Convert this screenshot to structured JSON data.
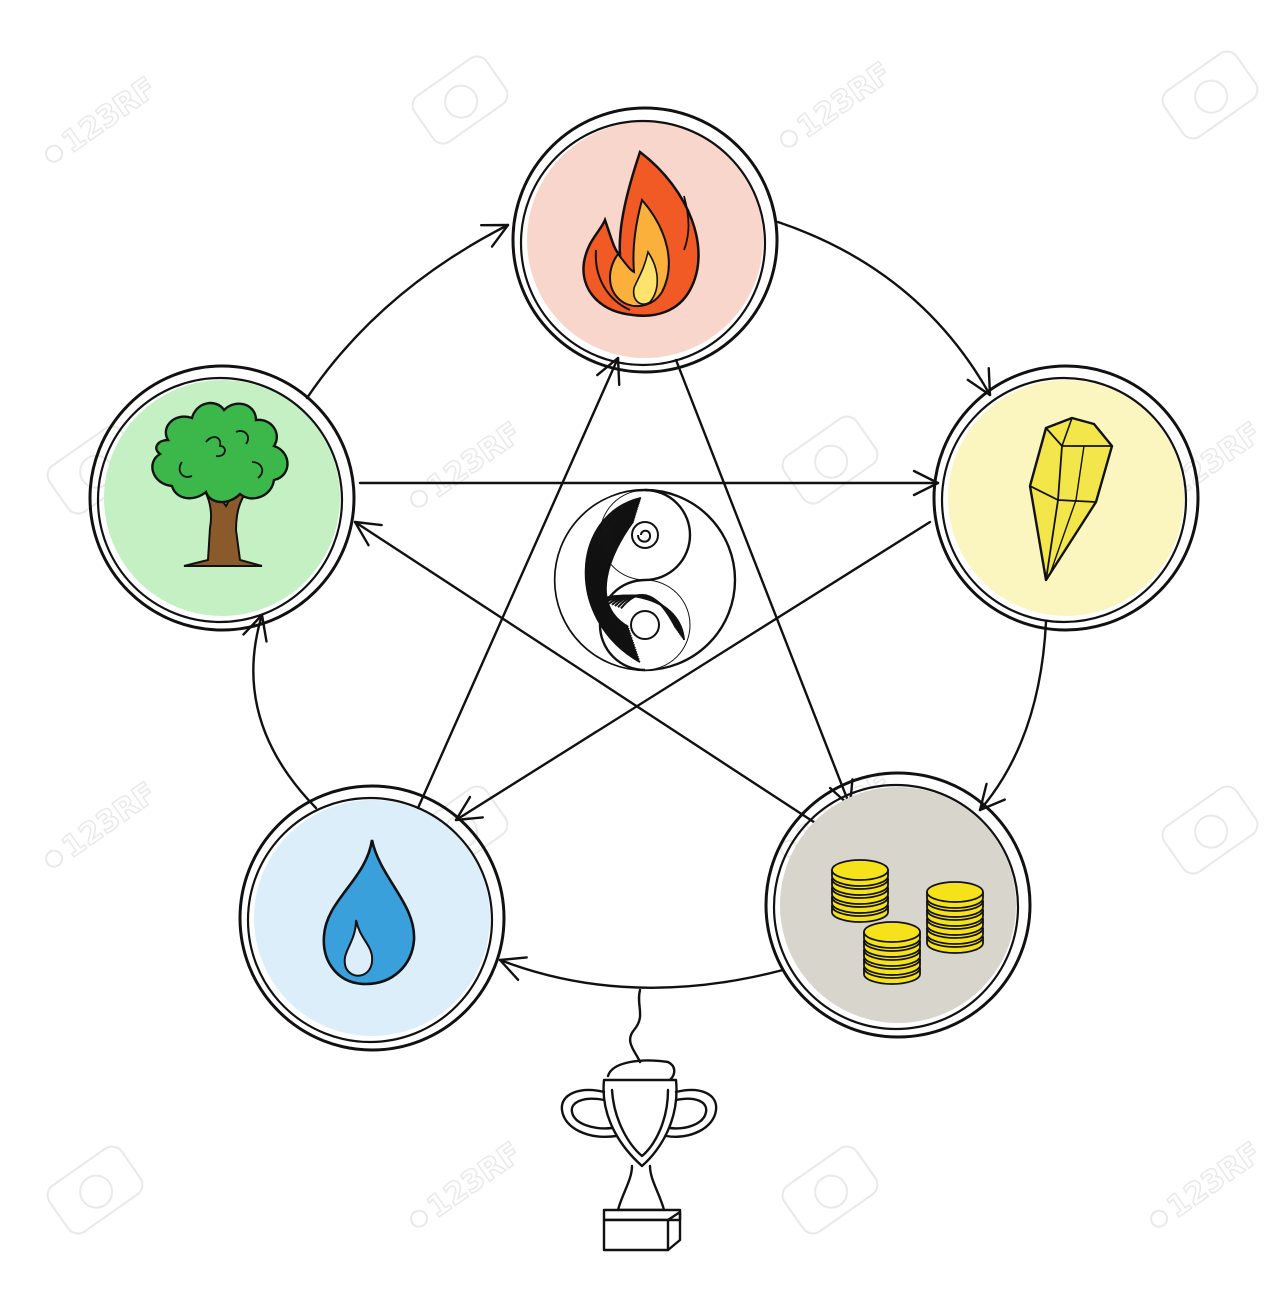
{
  "diagram": {
    "nodes": [
      {
        "id": "fire",
        "icon": "flame-icon",
        "fill": "#f9d6cb"
      },
      {
        "id": "metal",
        "icon": "crystal-icon",
        "fill": "#fbf6c0"
      },
      {
        "id": "earth",
        "icon": "coins-icon",
        "fill": "#d8d5cd"
      },
      {
        "id": "water",
        "icon": "water-drop-icon",
        "fill": "#dbeef9"
      },
      {
        "id": "wood",
        "icon": "tree-icon",
        "fill": "#c4f0c4"
      }
    ],
    "generating_cycle": [
      [
        "wood",
        "fire"
      ],
      [
        "fire",
        "metal"
      ],
      [
        "metal",
        "earth"
      ],
      [
        "earth",
        "water"
      ],
      [
        "water",
        "wood"
      ]
    ],
    "star_connections": [
      [
        "wood",
        "metal"
      ],
      [
        "metal",
        "water"
      ],
      [
        "water",
        "fire"
      ],
      [
        "fire",
        "earth"
      ],
      [
        "earth",
        "wood"
      ]
    ],
    "center_icon": "yin-yang-icon",
    "bottom_icon": "trophy-icon"
  },
  "watermark": {
    "text": "123RF",
    "icon": "camera-icon"
  },
  "colors": {
    "line": "#111111",
    "flame_outer": "#f15a24",
    "flame_inner": "#fbb03b",
    "leaves": "#3cb84a",
    "trunk": "#8b5a2b",
    "crystal": "#f2e64a",
    "coins": "#f5e21a",
    "drop": "#3aa0dc"
  }
}
